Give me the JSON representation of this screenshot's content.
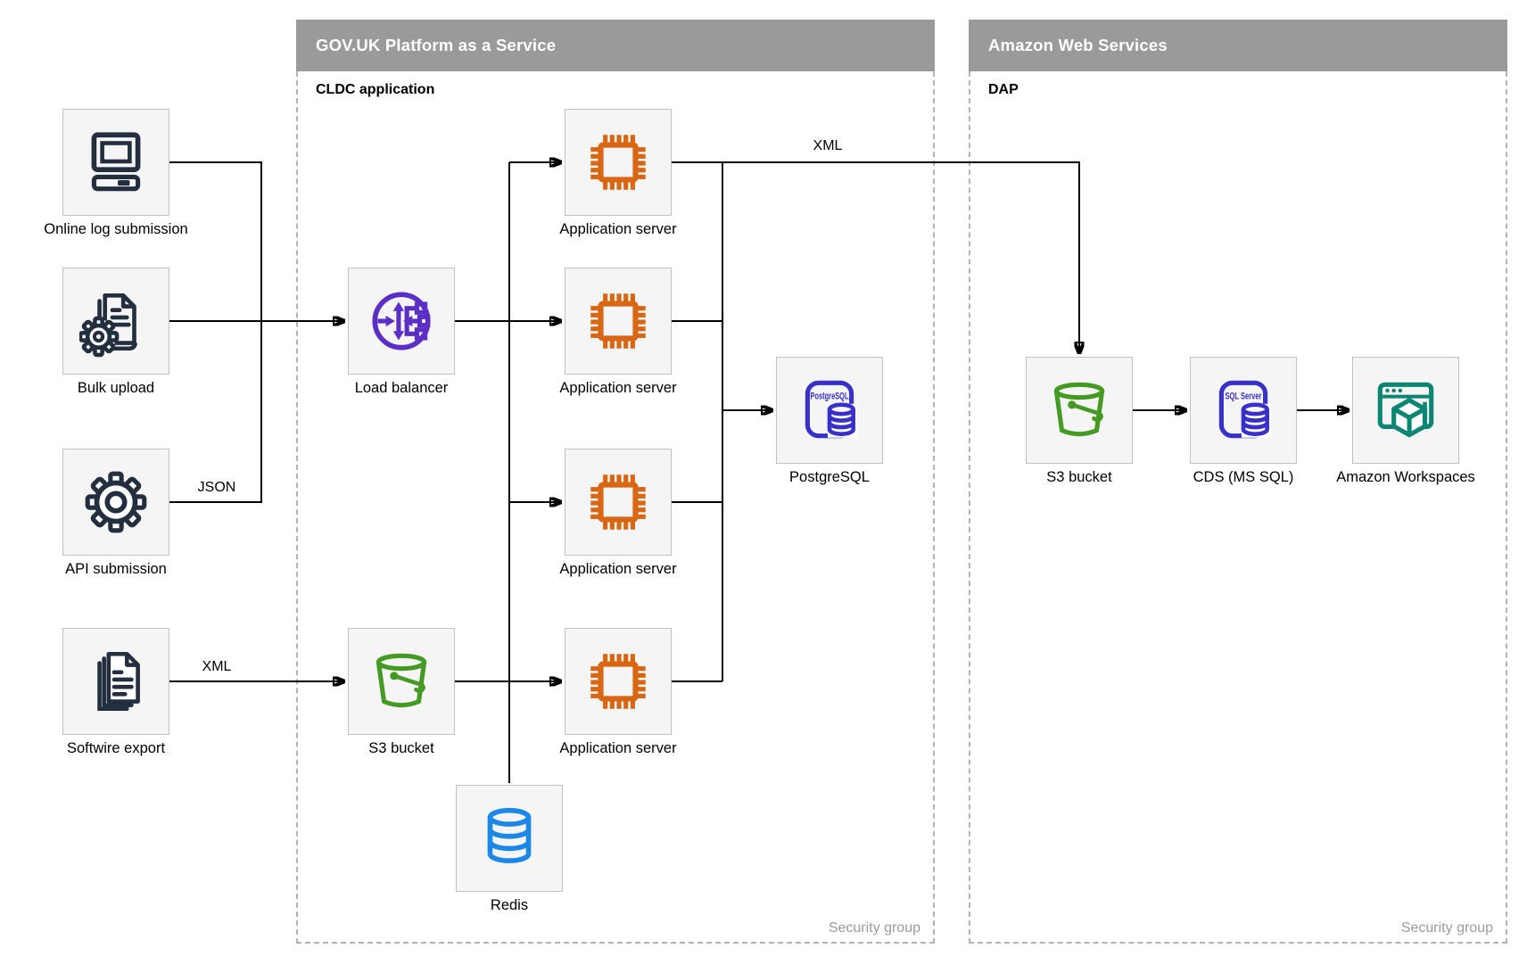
{
  "regions": {
    "paas": {
      "title": "GOV.UK Platform as a Service",
      "sublabel": "CLDC application",
      "footer": "Security group"
    },
    "aws": {
      "title": "Amazon Web Services",
      "sublabel": "DAP",
      "footer": "Security group"
    }
  },
  "nodes": {
    "online_log": {
      "label": "Online log submission"
    },
    "bulk_upload": {
      "label": "Bulk upload"
    },
    "api_submission": {
      "label": "API submission"
    },
    "softwire_export": {
      "label": "Softwire export"
    },
    "load_balancer": {
      "label": "Load balancer"
    },
    "app_server_1": {
      "label": "Application server"
    },
    "app_server_2": {
      "label": "Application server"
    },
    "app_server_3": {
      "label": "Application server"
    },
    "app_server_4": {
      "label": "Application server"
    },
    "postgresql": {
      "label": "PostgreSQL",
      "badge": "PostgreSQL"
    },
    "s3_paas": {
      "label": "S3 bucket"
    },
    "redis": {
      "label": "Redis"
    },
    "s3_aws": {
      "label": "S3 bucket"
    },
    "cds": {
      "label": "CDS (MS SQL)",
      "badge": "SQL Server"
    },
    "workspaces": {
      "label": "Amazon Workspaces"
    }
  },
  "edge_labels": {
    "api_to_merge": "JSON",
    "softwire_to_s3": "XML",
    "appserver_to_aws": "XML"
  },
  "colors": {
    "header_gray": "#9a9a9a",
    "box_fill": "#f5f5f5",
    "box_border": "#c2c2c2",
    "dashed_border": "#b3b3b3",
    "navy": "#232f3e",
    "orange": "#d86613",
    "purple": "#5b2ec6",
    "indigo": "#3731c9",
    "green": "#459a23",
    "blue": "#1d87e8",
    "teal": "#0c8673",
    "line_black": "#000000",
    "security_group_text": "#9b9b9b"
  }
}
